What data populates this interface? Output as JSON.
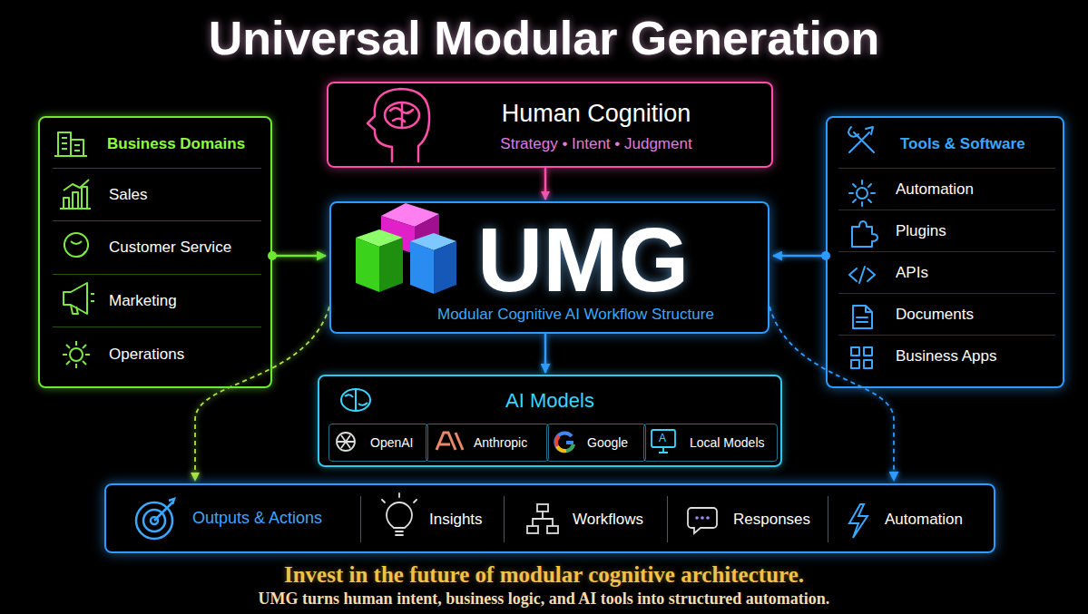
{
  "diagram": {
    "title": "Universal Modular Generation",
    "caption": "Invest in the future of modular cognitive architecture.",
    "nodes": [
      {
        "text": [
          "Human Cognition",
          "Strategy • Intent • Judgment"
        ]
      },
      {
        "text": [
          "Business Domains"
        ]
      },
      {
        "text": [
          "Sales"
        ],
        "in": 1
      },
      {
        "text": [
          "Customer Service"
        ],
        "in": 1
      },
      {
        "text": [
          "Marketing"
        ],
        "in": 1
      },
      {
        "text": [
          "Operations"
        ],
        "in": 1
      },
      {
        "text": [
          "UMG",
          "Modular Cognitive AI Workflow Structure"
        ]
      },
      {
        "text": [
          "Tools & Software"
        ]
      },
      {
        "text": [
          "Automation"
        ],
        "in": 7
      },
      {
        "text": [
          "Plugins"
        ],
        "in": 7
      },
      {
        "text": [
          "APIs"
        ],
        "in": 7
      },
      {
        "text": [
          "Documents"
        ],
        "in": 7
      },
      {
        "text": [
          "Business Apps"
        ],
        "in": 7
      },
      {
        "text": [
          "AI Models"
        ]
      },
      {
        "text": [
          "OpenAI"
        ],
        "in": 13
      },
      {
        "text": [
          "Anthropic"
        ],
        "in": 13
      },
      {
        "text": [
          "Google"
        ],
        "in": 13
      },
      {
        "text": [
          "Local Models"
        ],
        "in": 13
      },
      {
        "text": [
          "Outputs & Actions"
        ]
      },
      {
        "text": [
          "Insights"
        ],
        "in": 18
      },
      {
        "text": [
          "Workflows"
        ],
        "in": 18
      },
      {
        "text": [
          "Responses"
        ],
        "in": 18
      },
      {
        "text": [
          "Automation"
        ],
        "in": 18
      }
    ],
    "edges": [
      {
        "from": 0,
        "to": 6,
        "arrow": "to"
      },
      {
        "from": 1,
        "to": 6,
        "arrow": "to"
      },
      {
        "from": 7,
        "to": 6,
        "arrow": "to"
      },
      {
        "from": 6,
        "to": 13,
        "arrow": "to"
      },
      {
        "from": 6,
        "to": 18,
        "arrow": "to"
      },
      {
        "from": 6,
        "to": 18,
        "arrow": "to"
      }
    ],
    "labels": [
      "UMG turns human intent, business logic, and AI tools into structured automation.",
      "A"
    ]
  }
}
